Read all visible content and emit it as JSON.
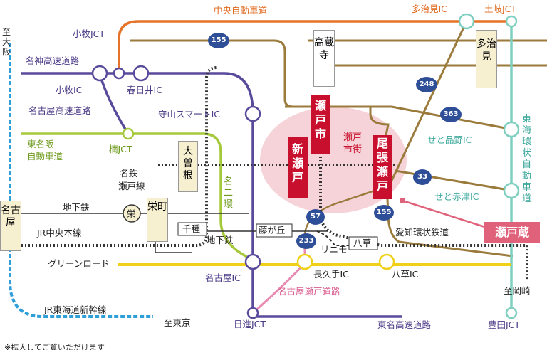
{
  "colors": {
    "chuo_orange": "#e5732a",
    "purple_expressway": "#5a4a9c",
    "green_nisuikan": "#a5c93a",
    "teal_tokai": "#7fcfc0",
    "brown_route155": "#9b7b3c",
    "yellow_greenroad": "#f0d11a",
    "pink_setoroad": "#e88ab2",
    "blue_shinkansen": "#2e9fd8",
    "grey_rail": "#333333",
    "highlight": "#f6d3d8",
    "red_box": "#c8102e",
    "sign_blue": "#2e4f98"
  },
  "roads": {
    "chuo": "中央自動車道",
    "meishin": "名神高速道路",
    "nagoya_expressway": "名古屋高速道路",
    "tomei_hanshin": "東名阪\n自動車道",
    "nisuikan": "名二環",
    "green_road": "グリーンロード",
    "nagoya_seto": "名古屋瀬戸道路",
    "tomei": "東名高速道路",
    "tokai_kanjo": "東海環状\n自動車道"
  },
  "railways": {
    "meitetsu_seto": "名鉄\n瀬戸線",
    "subway": "地下鉄",
    "jr_chuo": "JR中央本線",
    "jr_tokaido_shinkansen": "JR東海道新幹線",
    "aichi_kanjo": "愛知環状鉄道",
    "linimo": "リニモ",
    "subway2": "地下鉄"
  },
  "places": {
    "to_osaka": "至大阪",
    "to_tokyo": "至東京",
    "to_okazaki": "至岡崎",
    "nagoya": "名古屋",
    "sakae": "栄",
    "sakaemachi": "栄町",
    "ozone": "大曽根",
    "chikusa": "千種",
    "fujigaoka": "藤が丘",
    "yakusa": "八草",
    "kozoji": "高蔵寺",
    "tajimi": "多治見",
    "shin_seto": "新瀬戸",
    "setoshi": "瀬戸市",
    "owari_seto": "尾張瀬戸",
    "seto_shigai": "瀬戸\n市街",
    "setogura": "瀬戸蔵"
  },
  "interchanges": {
    "komaki_jct": "小牧JCT",
    "komaki_ic": "小牧IC",
    "kasugai_ic": "春日井IC",
    "moriyama_ic": "守山スマートIC",
    "kusunoki_jct": "楠JCT",
    "nagoya_ic": "名古屋IC",
    "nagakute_ic": "長久手IC",
    "yakusa_ic": "八草IC",
    "nisshin_jct": "日進JCT",
    "toyota_jct": "豊田JCT",
    "tajimi_ic": "多治見IC",
    "toki_jct": "土岐JCT",
    "seto_shinano_ic": "せと品野IC",
    "seto_akazu_ic": "せと赤津IC"
  },
  "route_signs": [
    "155",
    "248",
    "363",
    "33",
    "57",
    "233",
    "155"
  ],
  "footnote": "※拡大してご覧いただけます"
}
